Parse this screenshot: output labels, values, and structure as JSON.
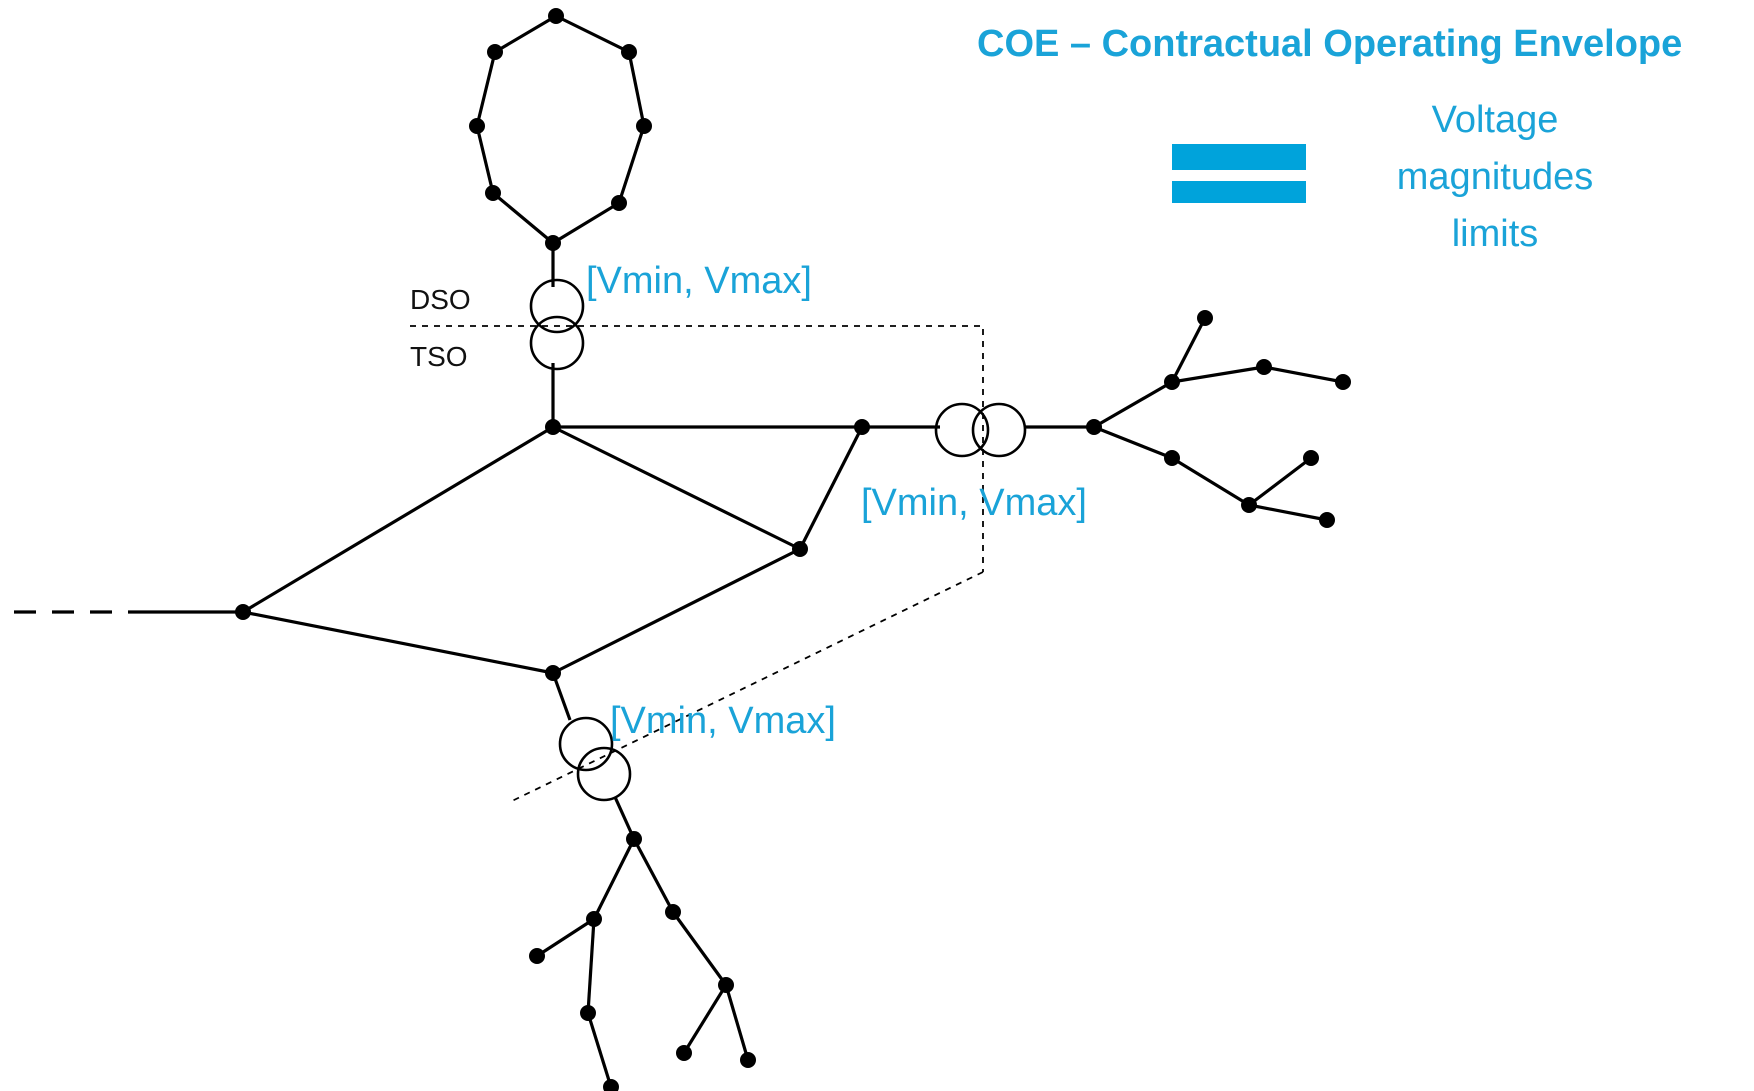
{
  "title": "COE – Contractual Operating Envelope",
  "equivalence": {
    "symbol": "equals-sign",
    "lines": [
      "Voltage",
      "magnitudes",
      "limits"
    ],
    "color": "#00a3db"
  },
  "zones": {
    "upper": "DSO",
    "lower": "TSO"
  },
  "transformer_limit_labels": [
    "[Vmin, Vmax]",
    "[Vmin, Vmax]",
    "[Vmin, Vmax]"
  ],
  "colors": {
    "accent": "#1aa3d8",
    "line": "#000000"
  }
}
